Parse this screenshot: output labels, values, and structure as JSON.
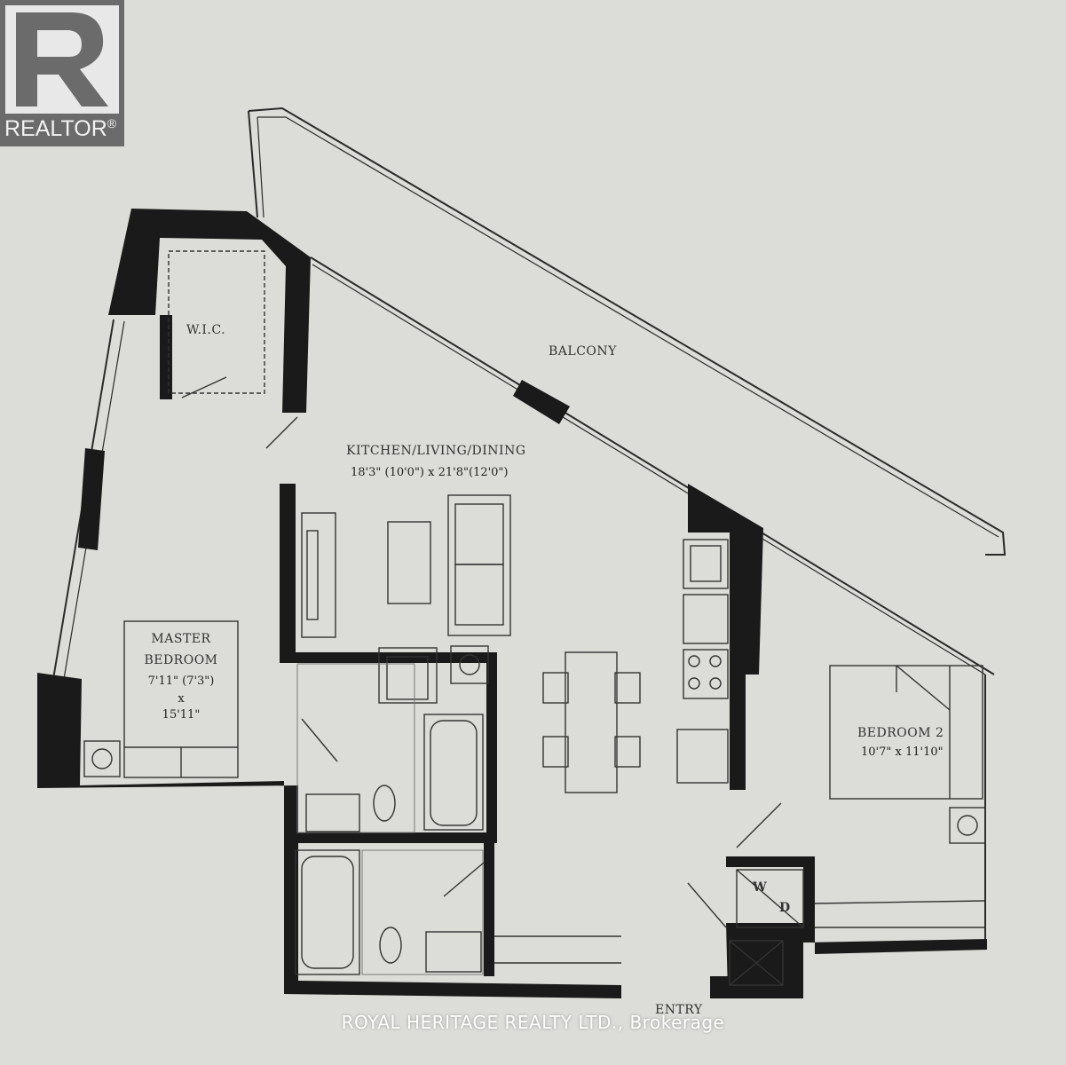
{
  "logo": {
    "wordmark": "REALTOR",
    "mark": "®"
  },
  "rooms": {
    "wic": {
      "name": "W.I.C."
    },
    "balcony": {
      "name": "BALCONY"
    },
    "kitchen": {
      "name": "KITCHEN/LIVING/DINING",
      "dims": "18'3\" (10'0\")  x 21'8\"(12'0\")"
    },
    "master": {
      "name_line1": "MASTER",
      "name_line2": "BEDROOM",
      "dims_line1": "7'11\" (7'3\")",
      "dims_line2": "x",
      "dims_line3": "15'11\""
    },
    "bedroom2": {
      "name": "BEDROOM 2",
      "dims": "10'7\" x 11'10\""
    },
    "laundry": {
      "w": "W",
      "d": "D"
    },
    "entry": {
      "name": "ENTRY"
    }
  },
  "watermark": "ROYAL HERITAGE REALTY LTD., Brokerage",
  "colors": {
    "wall": "#1a1a1a",
    "paper": "#dcdcd8",
    "line": "#2a2a2a"
  }
}
